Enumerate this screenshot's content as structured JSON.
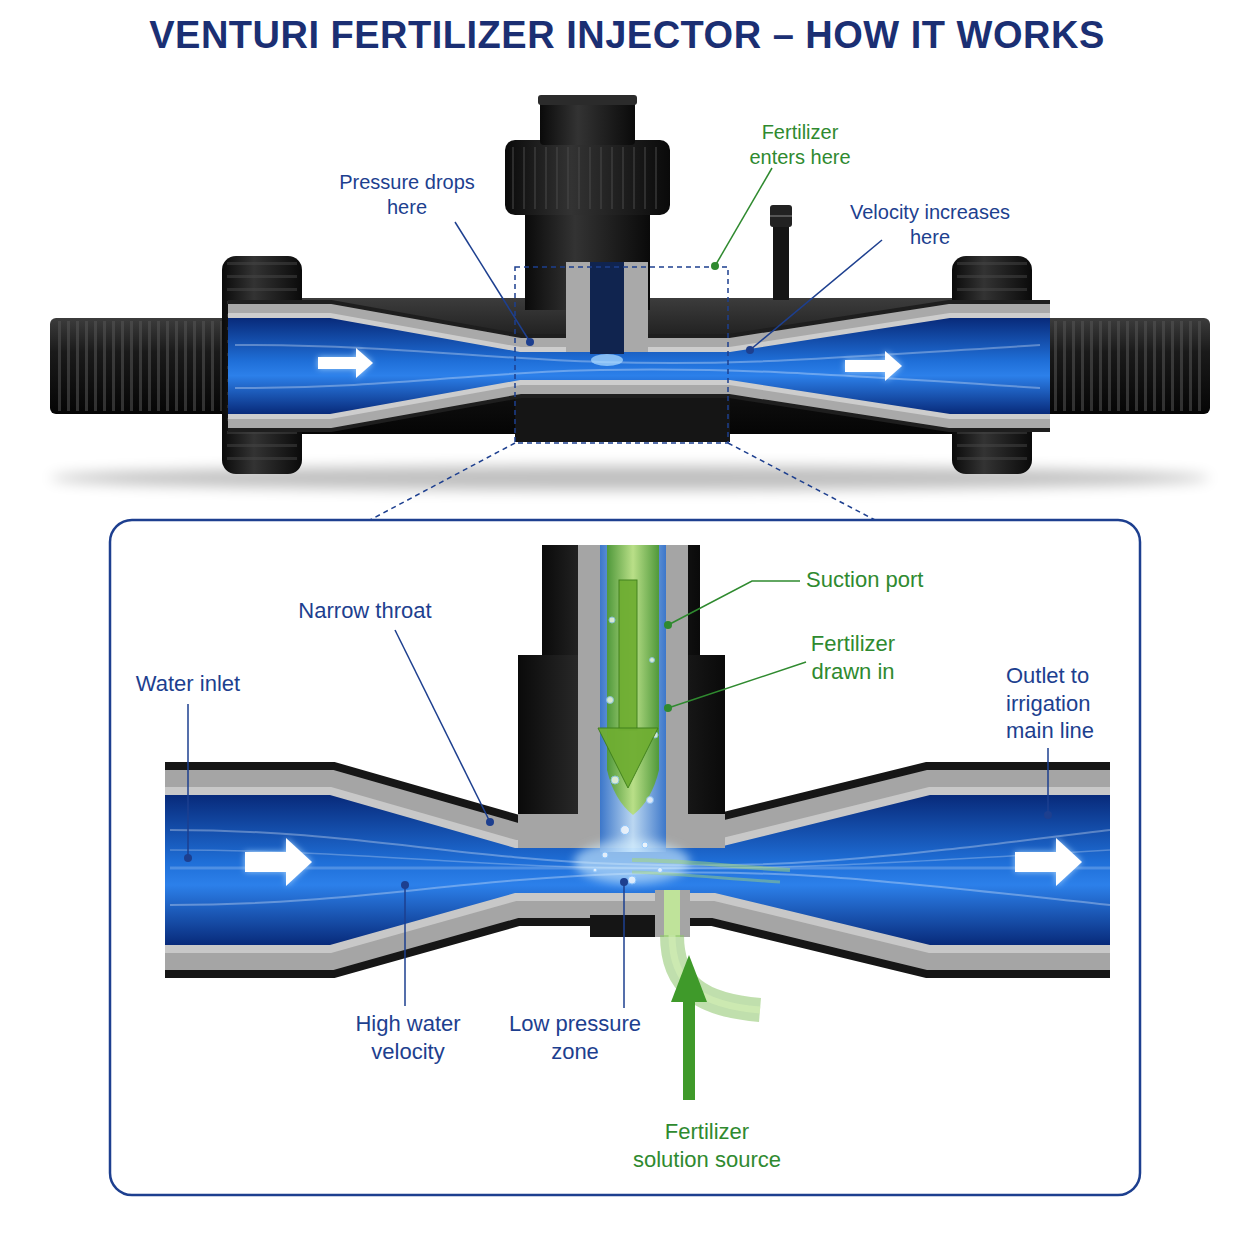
{
  "diagram": {
    "title": "VENTURI FERTILIZER INJECTOR – HOW IT WORKS",
    "labels": [
      "Pressure drops here",
      "Fertilizer enters here",
      "Velocity increases here",
      "Narrow throat",
      "Water inlet",
      "Suction port",
      "Fertilizer drawn in",
      "Outlet to irrigation main line",
      "High water velocity",
      "Low pressure zone",
      "Fertilizer solution source"
    ]
  }
}
